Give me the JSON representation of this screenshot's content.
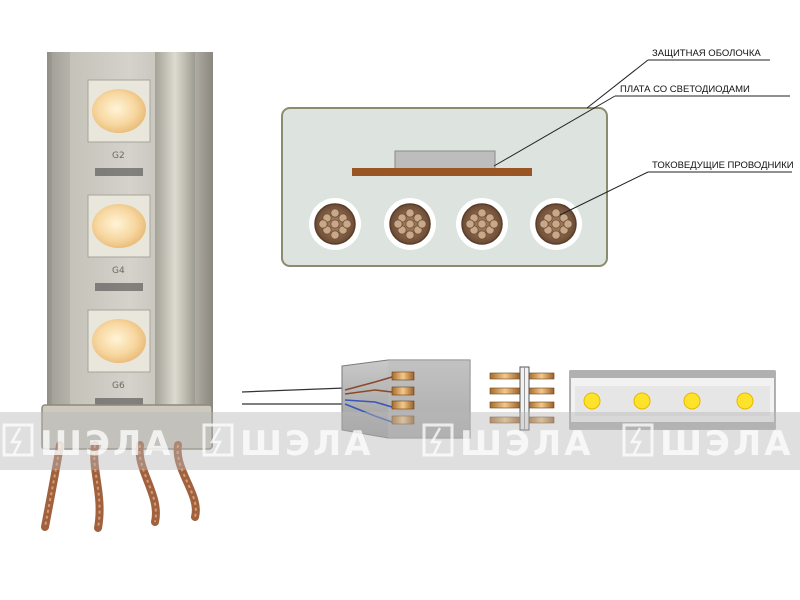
{
  "callouts": [
    "ЗАЩИТНАЯ ОБОЛОЧКА",
    "ПЛАТА СО СВЕТОДИОДАМИ",
    "ТОКОВЕДУЩИЕ ПРОВОДНИКИ"
  ],
  "watermark": {
    "brand": "ШЭЛА",
    "repeat_count": 4
  },
  "strip_photo": {
    "led_markings": [
      "G2",
      "G4",
      "G6"
    ],
    "wire_count": 4
  },
  "cross_section": {
    "conductor_count": 4
  },
  "connector": {
    "pin_count": 4,
    "strip_led_count": 4
  },
  "colors": {
    "sheath": "#dde3de",
    "pcb": "#9a5524",
    "copper": "#a0613e",
    "led_yellow": "#ffe22a",
    "wire_blue": "#3a56b8",
    "wire_brown": "#8a4a2a",
    "watermark_band": "#b9b9b9"
  }
}
